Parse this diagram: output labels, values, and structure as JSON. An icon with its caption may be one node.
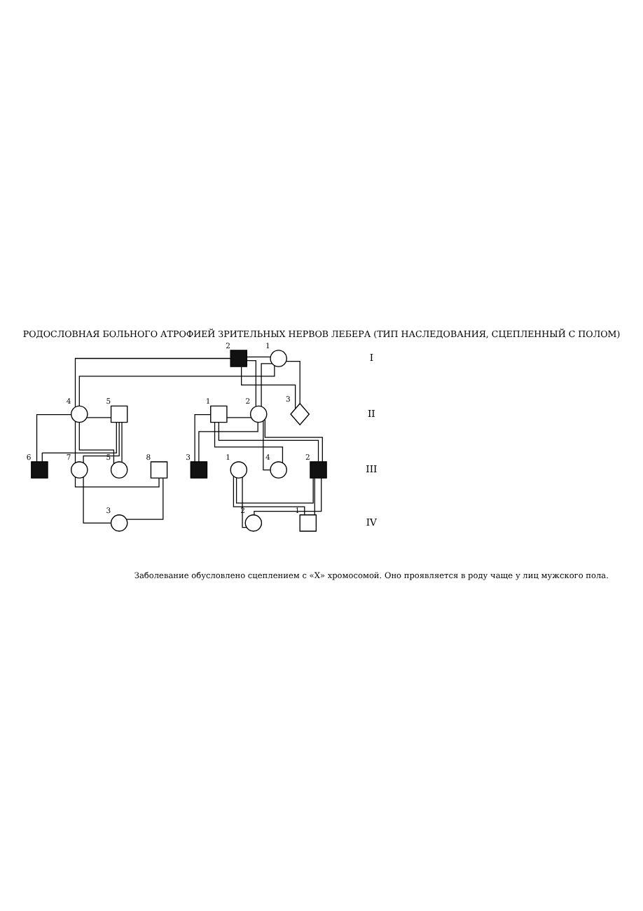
{
  "diagram": {
    "title": "РОДОСЛОВНАЯ БОЛЬНОГО АТРОФИЕЙ ЗРИТЕЛЬНЫХ НЕРВОВ ЛЕБЕРА (ТИП НАСЛЕДОВАНИЯ, СЦЕПЛЕННЫЙ С ПОЛОМ)",
    "caption": "Заболевание обусловлено сцеплением с «X» хромосомой. Оно проявляется в роду чаще у лиц мужского пола.",
    "nodes": [
      {
        "text": [],
        "shape": "circle",
        "beside": [
          "1"
        ]
      },
      {
        "text": [],
        "shape": "box",
        "beside": [
          "2"
        ]
      },
      {
        "text": [],
        "shape": "box",
        "beside": [
          "1"
        ]
      },
      {
        "text": [],
        "shape": "circle",
        "beside": [
          "2"
        ]
      },
      {
        "text": [],
        "shape": "diamond",
        "beside": [
          "3"
        ]
      },
      {
        "text": [],
        "shape": "circle",
        "beside": [
          "4"
        ]
      },
      {
        "text": [],
        "shape": "box",
        "beside": [
          "5"
        ]
      },
      {
        "text": [],
        "shape": "circle",
        "beside": [
          "1"
        ]
      },
      {
        "text": [],
        "shape": "box",
        "beside": [
          "2"
        ]
      },
      {
        "text": [],
        "shape": "box",
        "beside": [
          "3"
        ]
      },
      {
        "text": [],
        "shape": "circle",
        "beside": [
          "4"
        ]
      },
      {
        "text": [],
        "shape": "circle",
        "beside": [
          "5"
        ]
      },
      {
        "text": [],
        "shape": "box",
        "beside": [
          "6"
        ]
      },
      {
        "text": [],
        "shape": "circle",
        "beside": [
          "7"
        ]
      },
      {
        "text": [],
        "shape": "box",
        "beside": [
          "8"
        ]
      },
      {
        "text": [],
        "shape": "box",
        "beside": [
          "1"
        ]
      },
      {
        "text": [],
        "shape": "circle",
        "beside": [
          "2"
        ]
      },
      {
        "text": [],
        "shape": "circle",
        "beside": [
          "3"
        ]
      }
    ],
    "edges": [
      {
        "from": 0,
        "to": 1,
        "arrow": "none"
      },
      {
        "from": 0,
        "to": 3,
        "arrow": "none"
      },
      {
        "from": 1,
        "to": 3,
        "arrow": "none"
      },
      {
        "from": 0,
        "to": 4,
        "arrow": "none"
      },
      {
        "from": 1,
        "to": 4,
        "arrow": "none"
      },
      {
        "from": 0,
        "to": 5,
        "arrow": "none"
      },
      {
        "from": 1,
        "to": 5,
        "arrow": "none"
      },
      {
        "from": 2,
        "to": 3,
        "arrow": "none"
      },
      {
        "from": 2,
        "to": 8,
        "arrow": "none"
      },
      {
        "from": 3,
        "to": 8,
        "arrow": "none"
      },
      {
        "from": 2,
        "to": 9,
        "arrow": "none"
      },
      {
        "from": 3,
        "to": 9,
        "arrow": "none"
      },
      {
        "from": 2,
        "to": 10,
        "arrow": "none"
      },
      {
        "from": 3,
        "to": 10,
        "arrow": "none"
      },
      {
        "from": 5,
        "to": 6,
        "arrow": "none"
      },
      {
        "from": 5,
        "to": 11,
        "arrow": "none"
      },
      {
        "from": 6,
        "to": 11,
        "arrow": "none"
      },
      {
        "from": 5,
        "to": 12,
        "arrow": "none"
      },
      {
        "from": 6,
        "to": 12,
        "arrow": "none"
      },
      {
        "from": 5,
        "to": 13,
        "arrow": "none"
      },
      {
        "from": 6,
        "to": 13,
        "arrow": "none"
      },
      {
        "from": 7,
        "to": 8,
        "arrow": "none"
      },
      {
        "from": 7,
        "to": 15,
        "arrow": "none"
      },
      {
        "from": 8,
        "to": 15,
        "arrow": "none"
      },
      {
        "from": 7,
        "to": 16,
        "arrow": "none"
      },
      {
        "from": 8,
        "to": 16,
        "arrow": "none"
      },
      {
        "from": 13,
        "to": 14,
        "arrow": "none"
      },
      {
        "from": 13,
        "to": 17,
        "arrow": "none"
      },
      {
        "from": 14,
        "to": 17,
        "arrow": "none"
      }
    ],
    "labels": [
      "I",
      "II",
      "III",
      "IV"
    ]
  }
}
